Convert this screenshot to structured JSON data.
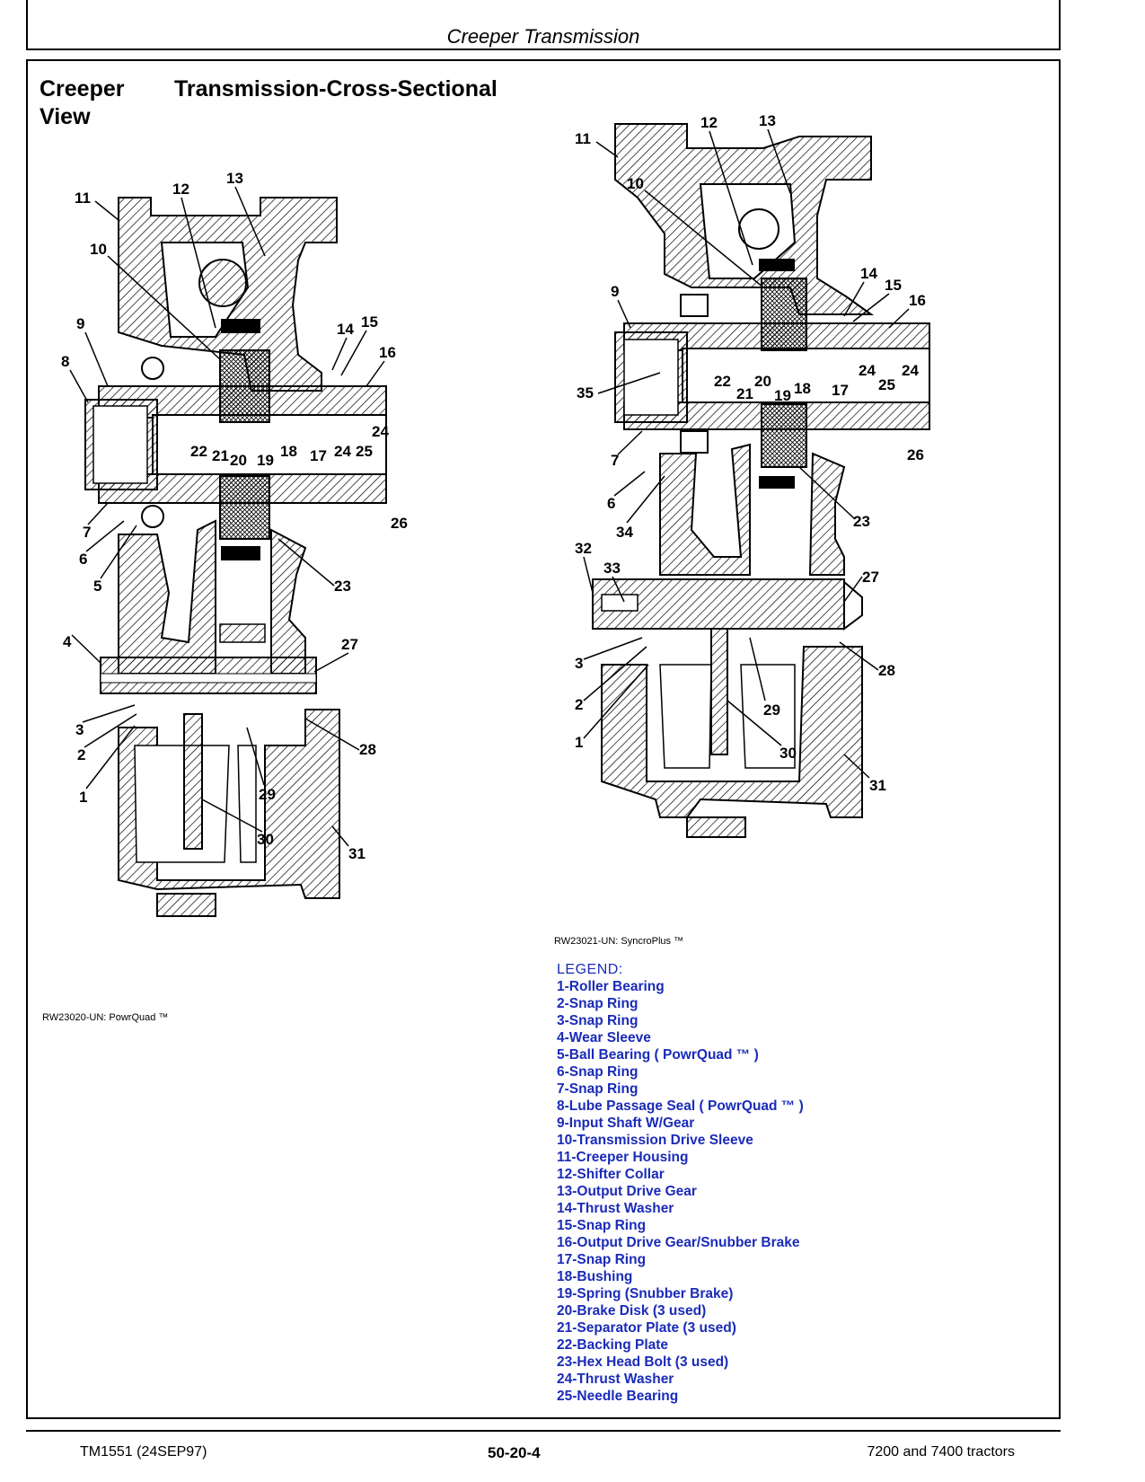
{
  "header": {
    "title": "Creeper Transmission"
  },
  "page_title": {
    "line1": "Creeper",
    "line1b": "Transmission-Cross-Sectional",
    "line2": "View"
  },
  "figure_left": {
    "caption": "RW23020-UN: PowrQuad ™",
    "labels": [
      "1",
      "2",
      "3",
      "4",
      "5",
      "6",
      "7",
      "8",
      "9",
      "10",
      "11",
      "12",
      "13",
      "14",
      "15",
      "16",
      "17",
      "18",
      "19",
      "20",
      "21",
      "22",
      "24",
      "25",
      "24",
      "26",
      "23",
      "27",
      "28",
      "29",
      "30",
      "31"
    ]
  },
  "figure_right": {
    "caption": "RW23021-UN: SyncroPlus ™",
    "labels": [
      "1",
      "2",
      "3",
      "6",
      "7",
      "9",
      "10",
      "11",
      "12",
      "13",
      "14",
      "15",
      "16",
      "17",
      "18",
      "19",
      "20",
      "21",
      "22",
      "23",
      "24",
      "24",
      "25",
      "26",
      "27",
      "28",
      "29",
      "30",
      "31",
      "32",
      "33",
      "34",
      "35"
    ]
  },
  "legend": {
    "title": "LEGEND:",
    "items": [
      "1-Roller Bearing",
      "2-Snap Ring",
      "3-Snap Ring",
      "4-Wear Sleeve",
      "5-Ball Bearing ( PowrQuad ™ )",
      "6-Snap Ring",
      "7-Snap Ring",
      "8-Lube Passage Seal ( PowrQuad ™ )",
      "9-Input Shaft W/Gear",
      "10-Transmission Drive Sleeve",
      "11-Creeper Housing",
      "12-Shifter Collar",
      "13-Output Drive Gear",
      "14-Thrust Washer",
      "15-Snap Ring",
      "16-Output Drive Gear/Snubber Brake",
      "17-Snap Ring",
      "18-Bushing",
      "19-Spring (Snubber Brake)",
      "20-Brake Disk (3 used)",
      "21-Separator Plate (3 used)",
      "22-Backing Plate",
      "23-Hex Head Bolt (3 used)",
      "24-Thrust Washer",
      "25-Needle Bearing"
    ]
  },
  "footer": {
    "left": "TM1551 (24SEP97)",
    "center": "50-20-4",
    "right": "7200 and 7400 tractors"
  }
}
